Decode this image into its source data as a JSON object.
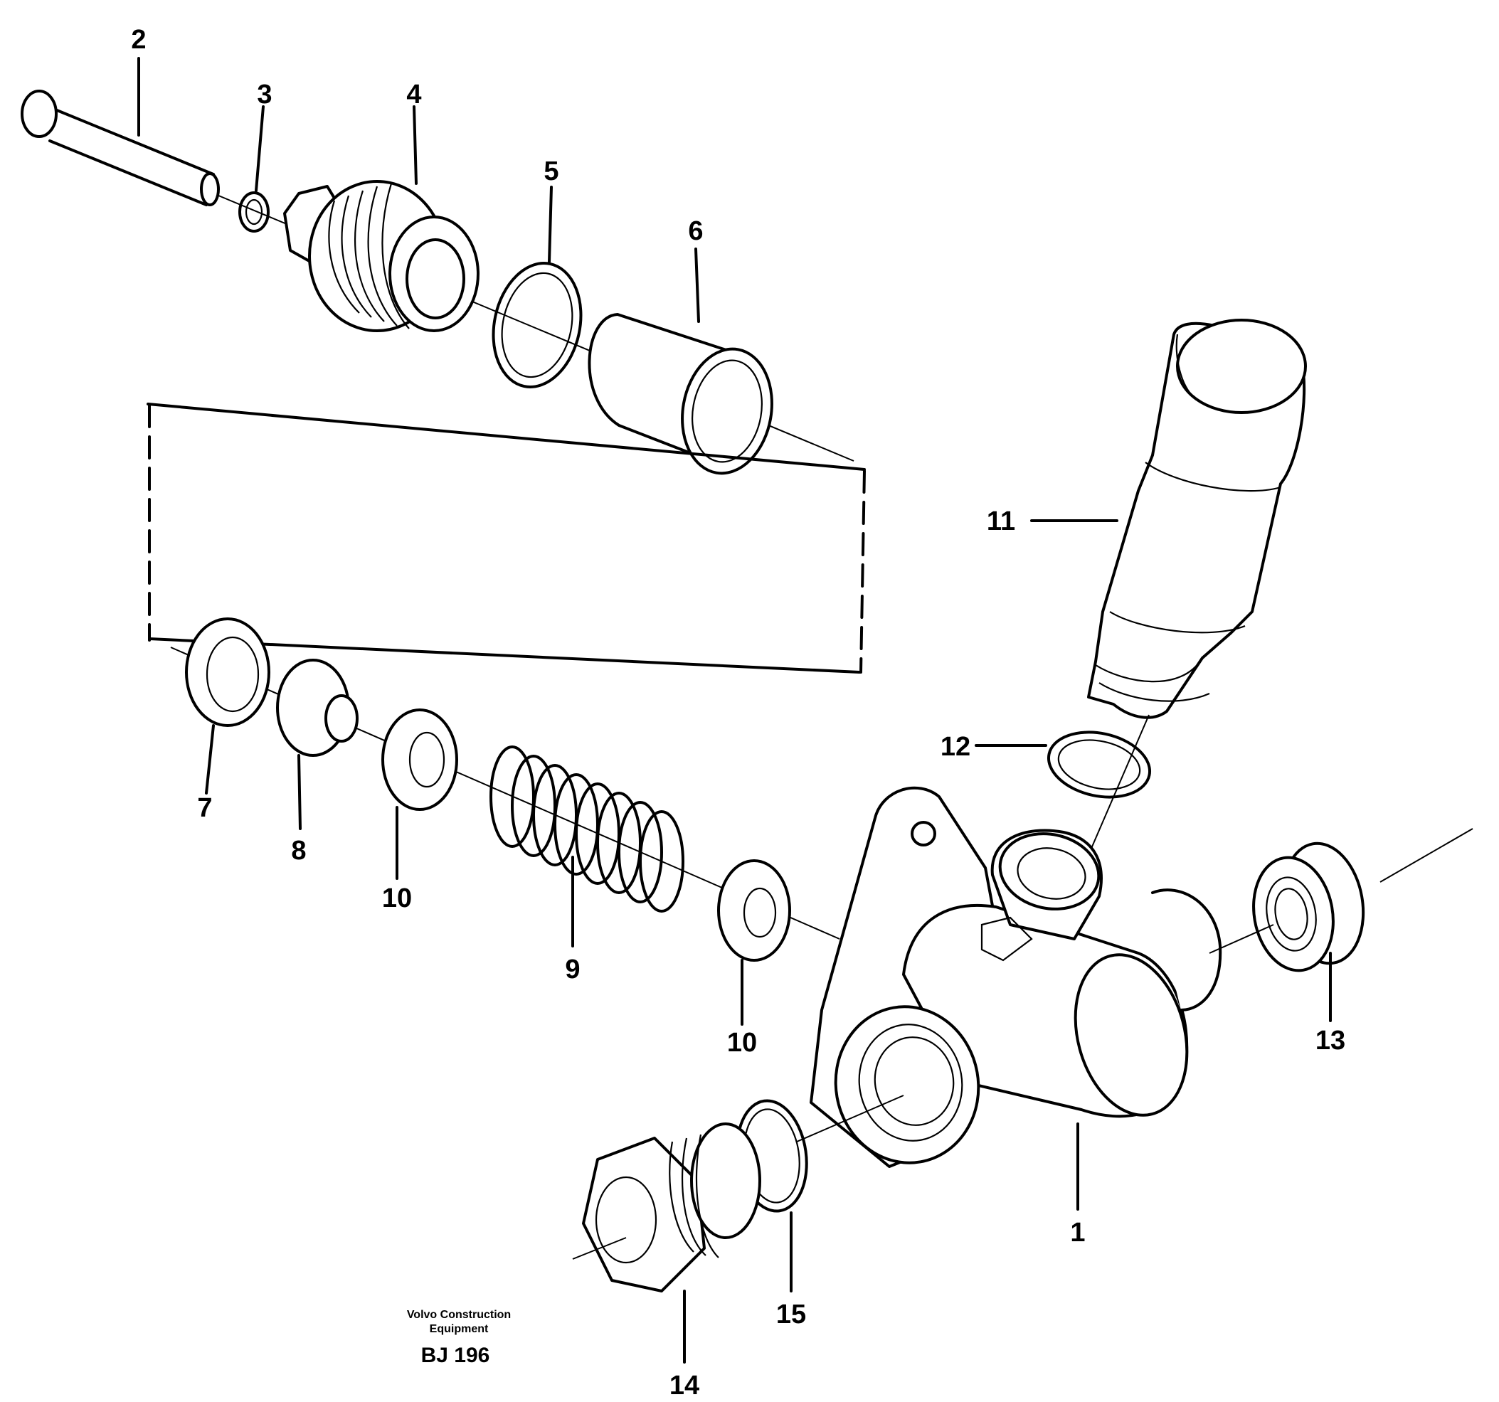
{
  "diagram": {
    "callouts": [
      {
        "id": "2",
        "label": "2"
      },
      {
        "id": "3",
        "label": "3"
      },
      {
        "id": "4",
        "label": "4"
      },
      {
        "id": "5",
        "label": "5"
      },
      {
        "id": "6",
        "label": "6"
      },
      {
        "id": "11",
        "label": "11"
      },
      {
        "id": "12",
        "label": "12"
      },
      {
        "id": "7",
        "label": "7"
      },
      {
        "id": "8",
        "label": "8"
      },
      {
        "id": "10a",
        "label": "10"
      },
      {
        "id": "9",
        "label": "9"
      },
      {
        "id": "10b",
        "label": "10"
      },
      {
        "id": "13",
        "label": "13"
      },
      {
        "id": "1",
        "label": "1"
      },
      {
        "id": "14",
        "label": "14"
      },
      {
        "id": "15",
        "label": "15"
      }
    ],
    "credit": {
      "line1": "Volvo Construction",
      "line2": "Equipment",
      "code": "BJ 196"
    }
  }
}
